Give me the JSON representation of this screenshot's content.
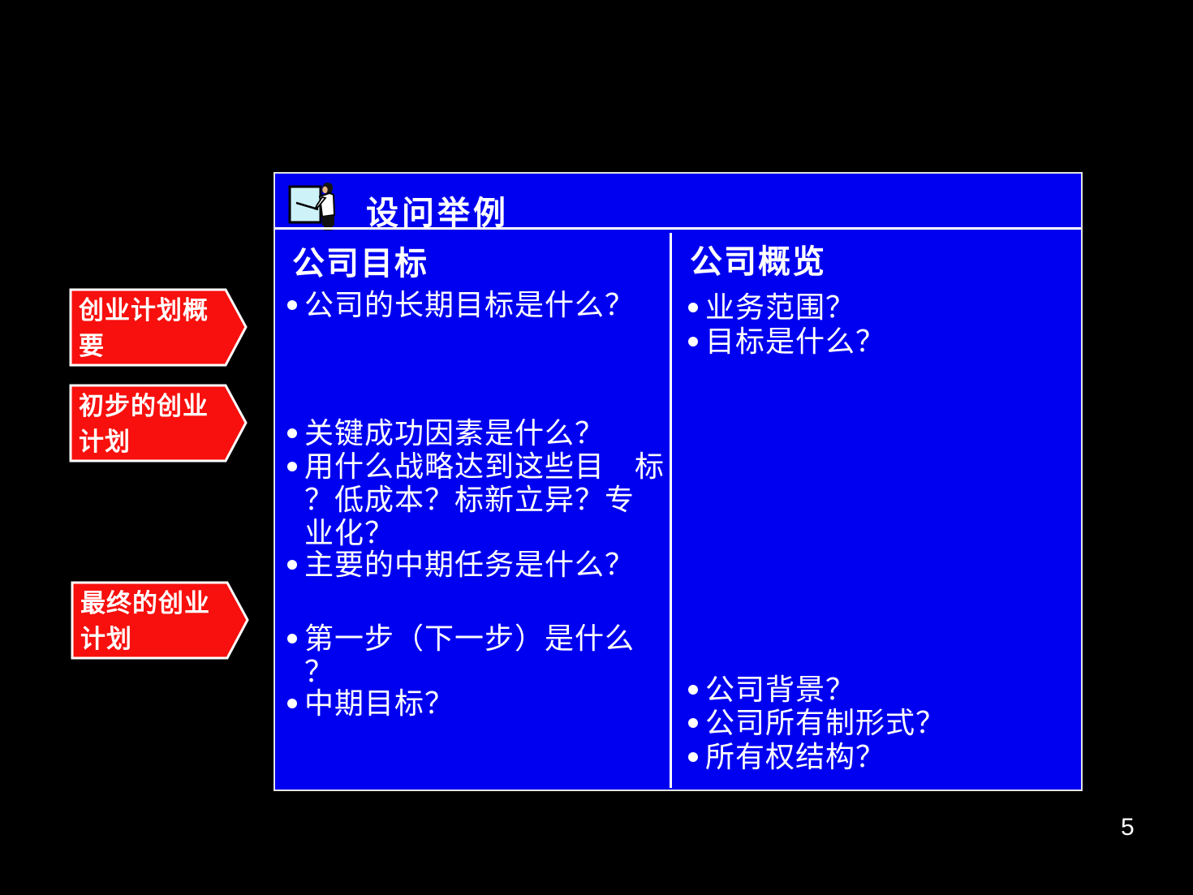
{
  "slide": {
    "title": "设问举例",
    "page_number": "5"
  },
  "colors": {
    "panel_blue": "#0000F0",
    "arrow_red": "#F7100D",
    "text_white": "#FFFFFF",
    "icon_board_cyan": "#CDF2F8"
  },
  "arrows": [
    {
      "label": "创业计划概\n要"
    },
    {
      "label": "初步的创业\n计划"
    },
    {
      "label": "最终的创业\n计划"
    }
  ],
  "columns": {
    "left": {
      "heading": "公司目标",
      "bullets": [
        {
          "text": "公司的长期目标是什么？"
        },
        {
          "text": "关键成功因素是什么？"
        },
        {
          "text": "用什么战略达到这些目　标\n？低成本？标新立异？专\n业化？"
        },
        {
          "text": "主要的中期任务是什么？"
        },
        {
          "text": "第一步（下一步）是什么\n？"
        },
        {
          "text": "中期目标？"
        }
      ]
    },
    "right": {
      "heading": "公司概览",
      "bullets_top": [
        {
          "text": "业务范围？"
        },
        {
          "text": "目标是什么？"
        }
      ],
      "bullets_bottom": [
        {
          "text": "公司背景？"
        },
        {
          "text": "公司所有制形式？"
        },
        {
          "text": "所有权结构？"
        }
      ]
    }
  }
}
